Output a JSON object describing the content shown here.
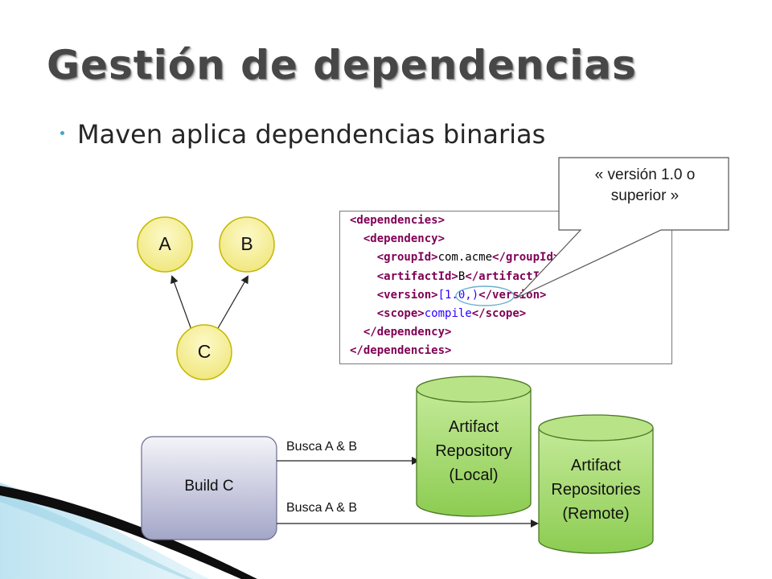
{
  "slide": {
    "title": "Gestión de dependencias",
    "bullet": "Maven aplica dependencias binarias"
  },
  "graph": {
    "nodes": [
      {
        "id": "A",
        "label": "A"
      },
      {
        "id": "B",
        "label": "B"
      },
      {
        "id": "C",
        "label": "C"
      }
    ],
    "edges": [
      {
        "from": "C",
        "to": "A"
      },
      {
        "from": "C",
        "to": "B"
      }
    ],
    "node_fill": "#f7f29b",
    "node_stroke": "#c4b800"
  },
  "code": {
    "lines": [
      {
        "open": "<dependencies>"
      },
      {
        "open": "<dependency>"
      },
      {
        "open": "<groupId>",
        "text": "com.acme",
        "close": "</groupId>"
      },
      {
        "open": "<artifactId>",
        "text": "B",
        "close": "</artifactId>"
      },
      {
        "open": "<version>",
        "value": "[1.0,)",
        "close": "</version>"
      },
      {
        "open": "<scope>",
        "text": "compile",
        "close": "</scope>"
      },
      {
        "open": "</dependency>"
      },
      {
        "open": "</dependencies>"
      }
    ],
    "tag_color": "#7f0055",
    "value_color": "#2a00ff"
  },
  "callout": {
    "line1": "« versión 1.0 o",
    "line2": "superior »"
  },
  "build": {
    "label": "Build C",
    "fill_top": "#f4f4f9",
    "fill_bottom": "#a4a6c8"
  },
  "repos": {
    "local": {
      "line1": "Artifact",
      "line2": "Repository",
      "line3": "(Local)"
    },
    "remote": {
      "line1": "Artifact",
      "line2": "Repositories",
      "line3": "(Remote)"
    },
    "fill": "#a8dc70",
    "stroke": "#4a7a22"
  },
  "edges": {
    "local_label": "Busca A & B",
    "remote_label": "Busca A & B"
  }
}
